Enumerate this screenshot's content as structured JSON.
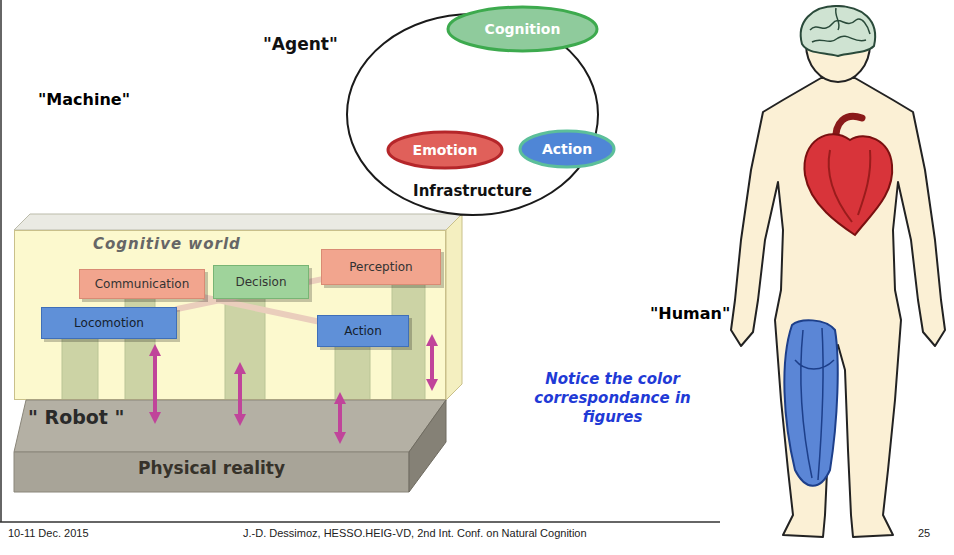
{
  "diagram": {
    "nodes": [
      {
        "text": [
          "\"Agent\"",
          "Infrastructure"
        ]
      },
      {
        "text": [
          "Cognition"
        ],
        "in": 0
      },
      {
        "text": [
          "Emotion"
        ],
        "in": 0
      },
      {
        "text": [
          "Action"
        ],
        "in": 0
      },
      {
        "text": [
          "Cognitive world"
        ]
      },
      {
        "text": [
          "Communication"
        ],
        "in": 4
      },
      {
        "text": [
          "Decision"
        ],
        "in": 4
      },
      {
        "text": [
          "Perception"
        ],
        "in": 4
      },
      {
        "text": [
          "Locomotion"
        ],
        "in": 4
      },
      {
        "text": [
          "Action"
        ],
        "in": 4
      },
      {
        "text": [
          "\" Robot \"",
          "Physical reality"
        ]
      }
    ],
    "edges": [
      {
        "from": 8,
        "to": 7,
        "arrow": "none"
      },
      {
        "from": 5,
        "to": 9,
        "arrow": "none"
      }
    ],
    "labels": [
      "\"Machine\"",
      "\"Human\"",
      "Notice the color correspondance in figures",
      "10-11 Dec. 2015",
      "J.-D. Dessimoz, HESSO.HEIG-VD, 2nd Int. Conf. on Natural Cognition",
      "25"
    ]
  }
}
